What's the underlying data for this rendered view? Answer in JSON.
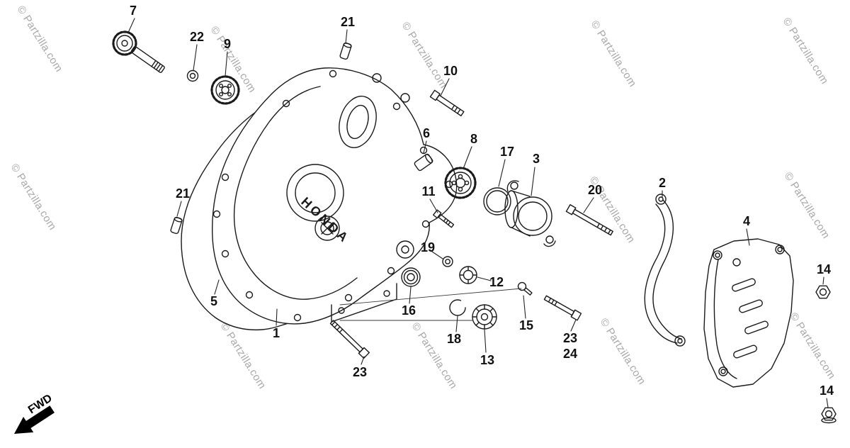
{
  "watermark": {
    "text": "© Partzilla.com"
  },
  "brand": "HONDA",
  "fwd": {
    "label": "FWD"
  },
  "callouts": [
    {
      "label": "7"
    },
    {
      "label": "22"
    },
    {
      "label": "9"
    },
    {
      "label": "21"
    },
    {
      "label": "10"
    },
    {
      "label": "6"
    },
    {
      "label": "8"
    },
    {
      "label": "17"
    },
    {
      "label": "3"
    },
    {
      "label": "20"
    },
    {
      "label": "2"
    },
    {
      "label": "4"
    },
    {
      "label": "14"
    },
    {
      "label": "21"
    },
    {
      "label": "11"
    },
    {
      "label": "19"
    },
    {
      "label": "12"
    },
    {
      "label": "16"
    },
    {
      "label": "18"
    },
    {
      "label": "13"
    },
    {
      "label": "15"
    },
    {
      "label": "23"
    },
    {
      "label": "23"
    },
    {
      "label": "24"
    },
    {
      "label": "5"
    },
    {
      "label": "1"
    },
    {
      "label": "14"
    }
  ]
}
